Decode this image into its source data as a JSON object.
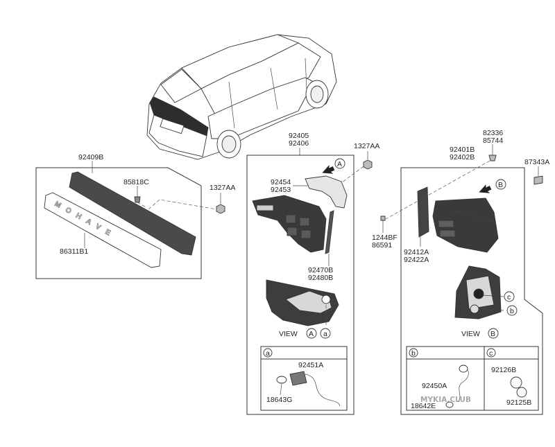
{
  "header": {
    "code_1": "92405",
    "code_2": "92406"
  },
  "left_panel": {
    "label_top": "92409B",
    "label_clip": "85818C",
    "label_nut": "1327AA",
    "label_emblem": "86311B1",
    "emblem_text": "MOHAVE"
  },
  "center_panel": {
    "label_nut": "1327AA",
    "callout_a": "A",
    "label_gasket_1": "92454",
    "label_gasket_2": "92453",
    "label_seal_1": "92470B",
    "label_seal_2": "92480B",
    "view_text": "VIEW",
    "view_letter": "A",
    "view_sub": "a",
    "detail_letter": "a",
    "label_harness": "92451A",
    "label_bulb": "18643G"
  },
  "right_panel": {
    "label_top_1": "92401B",
    "label_top_2": "92402B",
    "label_screw_1": "82336",
    "label_screw_2": "85744",
    "label_cap": "87343A",
    "callout_b": "B",
    "label_bolt_1": "1244BF",
    "label_bolt_2": "86591",
    "label_bracket_1": "92412A",
    "label_bracket_2": "92422A",
    "callout_c": "c",
    "callout_b_small": "b",
    "view_text": "VIEW",
    "view_letter": "B",
    "detail_b": "b",
    "detail_c": "c",
    "label_socket": "92450A",
    "label_bulb": "18642E",
    "label_cap_1": "92126B",
    "label_cap_2": "92125B"
  },
  "watermark": "MYKIA.CLUB",
  "colors": {
    "line": "#333333",
    "part_dark": "#3a3a3a",
    "part_mid": "#6b6b6b",
    "part_light": "#bdbdbd",
    "emblem": "#dcdcdc",
    "watermark": "#9a9a9a"
  }
}
